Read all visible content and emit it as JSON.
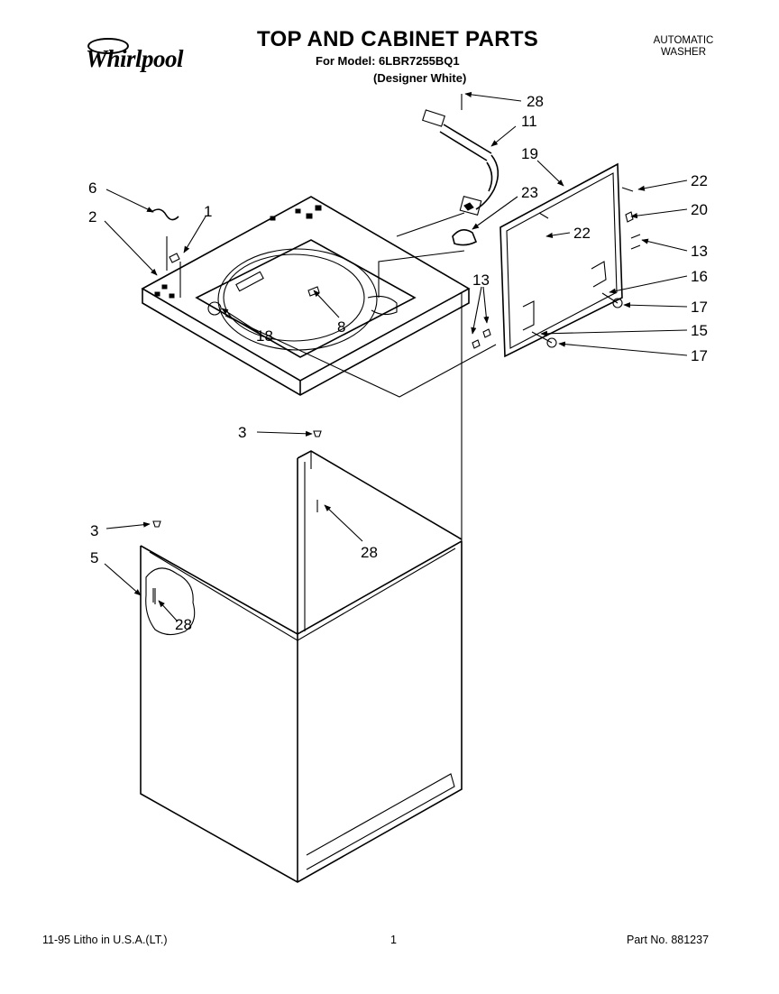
{
  "header": {
    "brand": "Whirlpool",
    "title": "TOP AND CABINET PARTS",
    "model_line": "For Model: 6LBR7255BQ1",
    "variant_line": "(Designer White)",
    "product_type_line1": "AUTOMATIC",
    "product_type_line2": "WASHER"
  },
  "callouts": {
    "c28_top": "28",
    "c11": "11",
    "c19": "19",
    "c22_right": "22",
    "c6": "6",
    "c1": "1",
    "c23": "23",
    "c20": "20",
    "c2": "2",
    "c22_inner": "22",
    "c13_right": "13",
    "c16": "16",
    "c13_left": "13",
    "c17_upper": "17",
    "c8": "8",
    "c18": "18",
    "c15": "15",
    "c17_lower": "17",
    "c3_top": "3",
    "c28_mid": "28",
    "c3_left": "3",
    "c5": "5",
    "c28_left": "28"
  },
  "footer": {
    "litho": "11-95 Litho in U.S.A.(LT.)",
    "page": "1",
    "part_no": "Part No. 881237"
  }
}
